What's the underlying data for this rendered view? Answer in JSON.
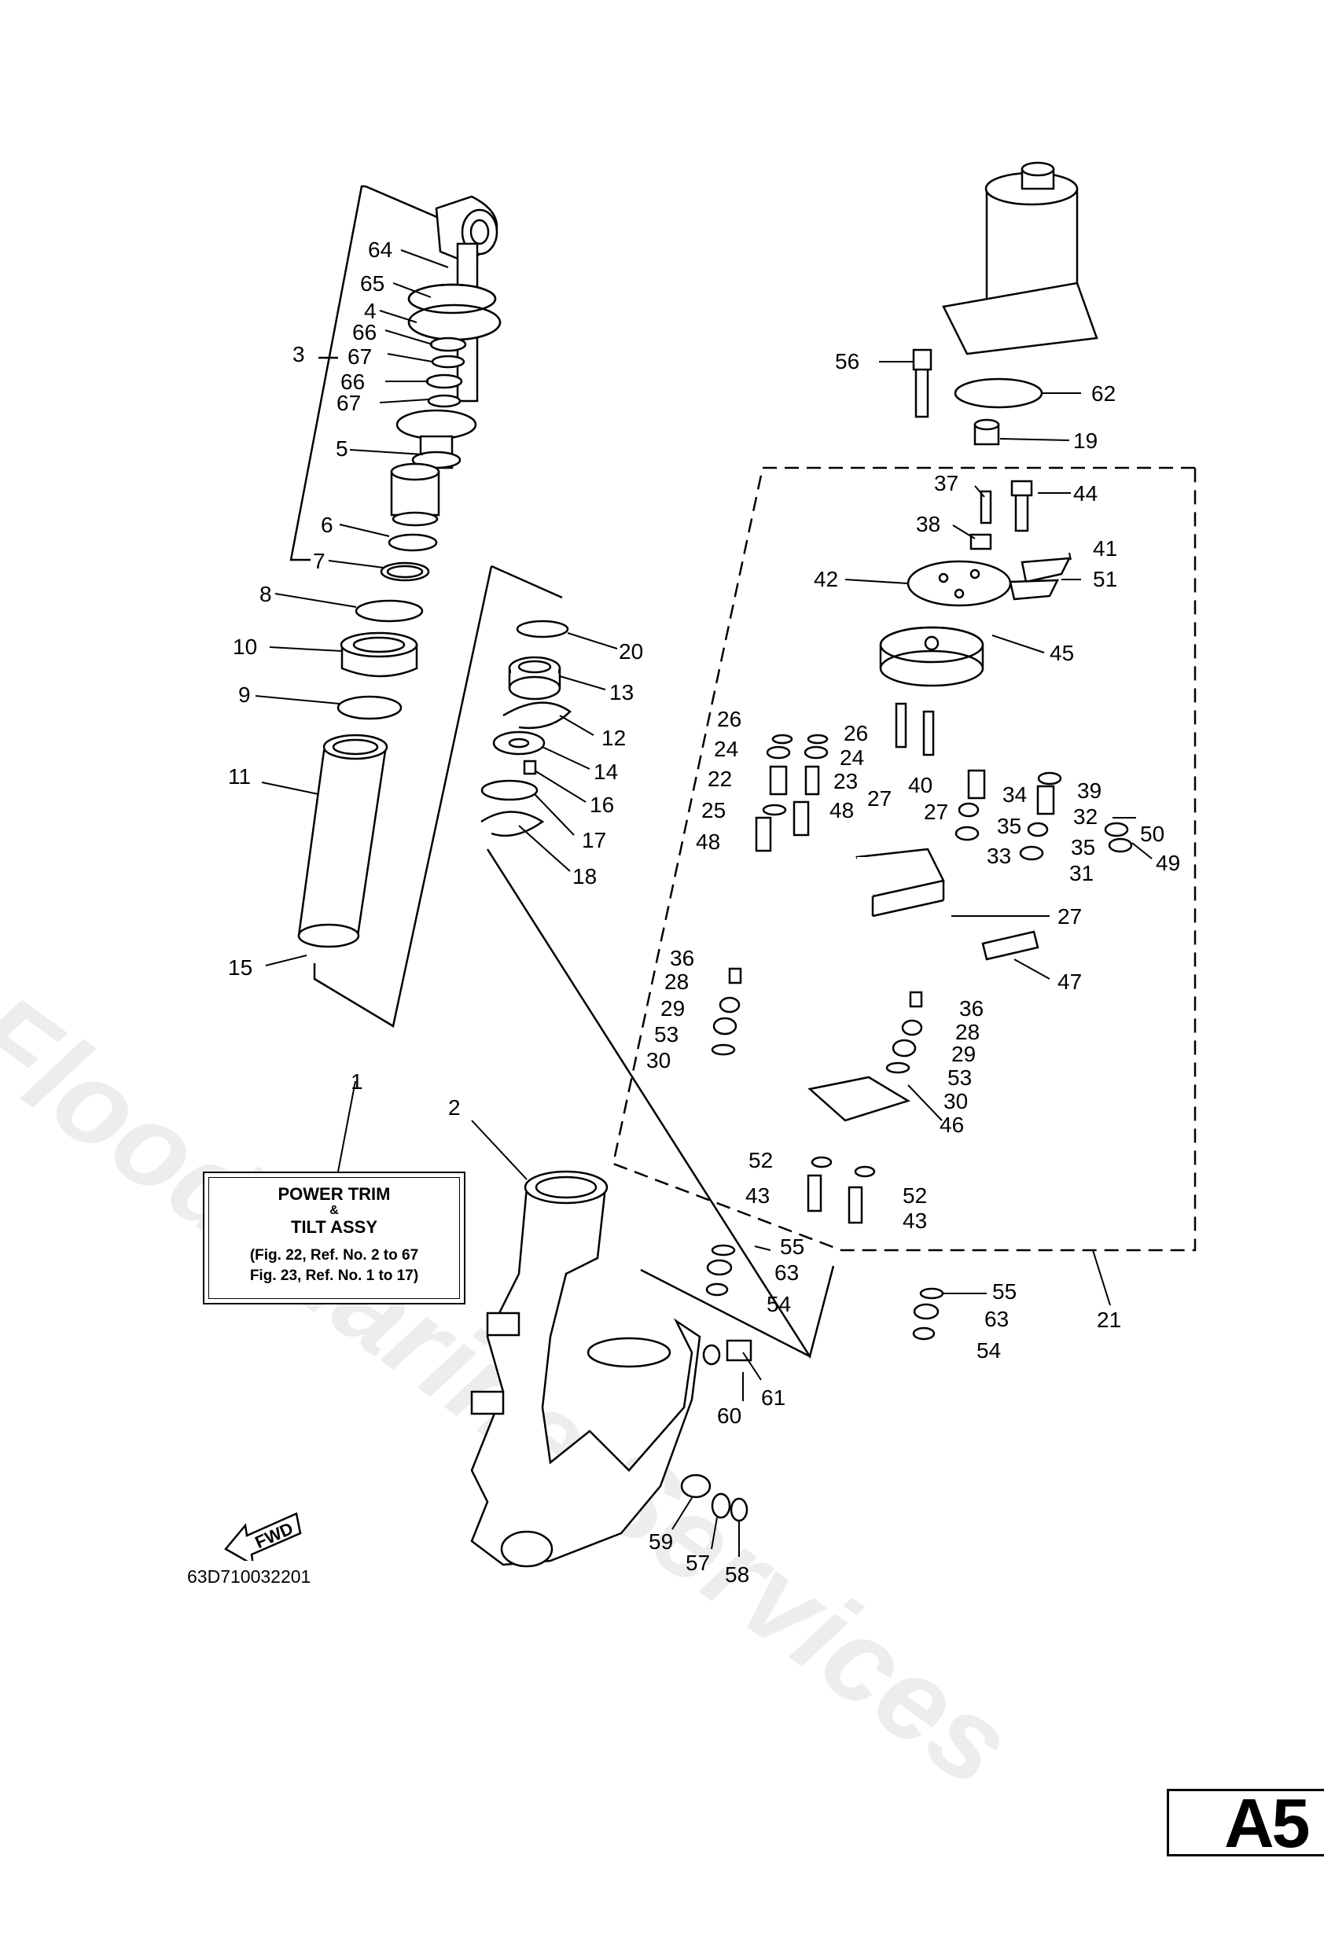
{
  "watermark": "Flood Marine Services",
  "assembly_box": {
    "title_line1": "POWER TRIM",
    "title_line2": "&",
    "title_line3": "TILT ASSY",
    "ref_line1": "(Fig. 22, Ref. No. 2 to 67",
    "ref_line2": "Fig. 23, Ref. No. 1 to 17)"
  },
  "fwd_label": "FWD",
  "part_code": "63D710032201",
  "page_tag": "A5",
  "callouts": {
    "c1": "1",
    "c2": "2",
    "c3": "3",
    "c4": "4",
    "c5": "5",
    "c6": "6",
    "c7": "7",
    "c8": "8",
    "c9": "9",
    "c10": "10",
    "c11": "11",
    "c12": "12",
    "c13": "13",
    "c14": "14",
    "c15": "15",
    "c16": "16",
    "c17": "17",
    "c18": "18",
    "c19": "19",
    "c20": "20",
    "c21": "21",
    "c22": "22",
    "c23": "23",
    "c24": "24",
    "c25": "25",
    "c26": "26",
    "c27": "27",
    "c28": "28",
    "c29": "29",
    "c30": "30",
    "c31": "31",
    "c32": "32",
    "c33": "33",
    "c34": "34",
    "c35": "35",
    "c36": "36",
    "c37": "37",
    "c38": "38",
    "c39": "39",
    "c40": "40",
    "c41": "41",
    "c42": "42",
    "c43": "43",
    "c44": "44",
    "c45": "45",
    "c46": "46",
    "c47": "47",
    "c48": "48",
    "c49": "49",
    "c50": "50",
    "c51": "51",
    "c52": "52",
    "c53": "53",
    "c54": "54",
    "c55": "55",
    "c56": "56",
    "c57": "57",
    "c58": "58",
    "c59": "59",
    "c60": "60",
    "c61": "61",
    "c62": "62",
    "c63": "63",
    "c64": "64",
    "c65": "65",
    "c66": "66",
    "c67": "67"
  }
}
